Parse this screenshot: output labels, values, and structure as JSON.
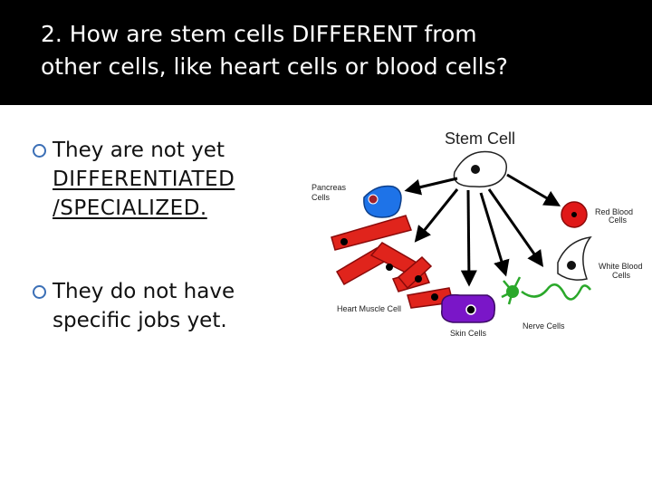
{
  "slide": {
    "title": "2. How are stem cells DIFFERENT from\nother cells, like heart cells or blood cells?",
    "bullets": [
      {
        "lead": "They are not yet",
        "emphasis": "DIFFERENTIATED /SPECIALIZED."
      },
      {
        "lead": "They do not have",
        "rest": "specific jobs yet."
      }
    ]
  },
  "diagram": {
    "center_label": "Stem Cell",
    "labels": {
      "pancreas": [
        "Pancreas",
        "Cells"
      ],
      "red_blood": [
        "Red Blood",
        "Cells"
      ],
      "white_blood": [
        "White Blood",
        "Cells"
      ],
      "heart": "Heart Muscle Cell",
      "skin": "Skin Cells",
      "nerve": "Nerve Cells"
    }
  },
  "colors": {
    "title_background": "#000000",
    "title_text": "#ffffff",
    "bullet_icon": "#3b6fb6",
    "pancreas_cell": "#1e73e8",
    "red_blood_cell": "#e01818",
    "heart_muscle": "#e0241c",
    "skin_cell": "#7a16c8",
    "nerve_cell": "#2aa82a"
  }
}
